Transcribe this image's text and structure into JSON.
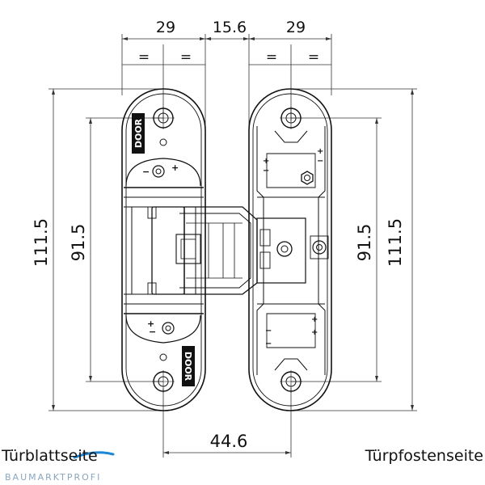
{
  "dimensions": {
    "top_left_width": "29",
    "top_gap": "15.6",
    "top_right_width": "29",
    "equal_mark": "=",
    "outer_height_left": "111.5",
    "inner_height_left": "91.5",
    "inner_height_right": "91.5",
    "outer_height_right": "111.5",
    "bottom_span": "44.6"
  },
  "part_marks": {
    "door_text": "DOOR",
    "plus": "+",
    "minus": "−"
  },
  "labels": {
    "left": "Türblattseite",
    "right": "Türpfostenseite"
  },
  "watermark": "BAUMARKTPROFI",
  "colors": {
    "line": "#111111",
    "dim_line": "#333333",
    "watermark": "#8aa6bd",
    "swoosh": "#1e88d8"
  }
}
